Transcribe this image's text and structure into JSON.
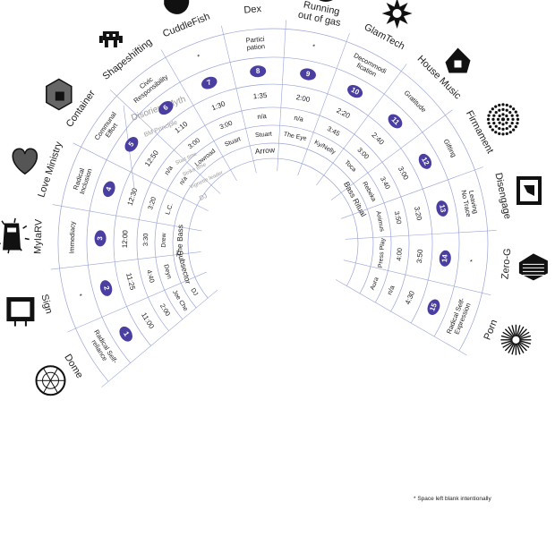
{
  "legend": {
    "outer": "Disorient Myth",
    "principle": "BM Principle",
    "start": "Start time",
    "strike": "Strike time",
    "vignette": "Vignette leader",
    "dj": "DJ"
  },
  "footnote": "* Space left blank intentionally",
  "colors": {
    "badge": "#4a3fa0",
    "grid": "#9aa4d8",
    "text": "#222222",
    "legend_text": "#9a9a9a"
  },
  "segments": [
    {
      "num": "1",
      "camp": "Dome",
      "principle": "Radical Self-reliance",
      "start": "11:00",
      "strike": "2:00",
      "leader": "Joe Che",
      "dj": "DJ",
      "icon": "geodesic-dome-icon"
    },
    {
      "num": "2",
      "camp": "Sign",
      "principle": "*",
      "start": "11:25",
      "strike": "4:40",
      "leader": "Deyn",
      "dj": "Subsector",
      "icon": "sign-icon"
    },
    {
      "num": "3",
      "camp": "MyIaRV",
      "principle": "Immediacy",
      "start": "12:00",
      "strike": "3:30",
      "leader": "Drew",
      "dj": "The Bass",
      "icon": "rv-icon"
    },
    {
      "num": "4",
      "camp": "Love Ministry",
      "principle": "Radical Inclusion",
      "start": "12:30",
      "strike": "3:20",
      "leader": "L.C.",
      "dj": "",
      "icon": "heart-icon"
    },
    {
      "num": "5",
      "camp": "Container",
      "principle": "Communal Effort",
      "start": "12:50",
      "strike": "n/a",
      "leader": "n/a",
      "dj": "",
      "icon": "container-icon"
    },
    {
      "num": "6",
      "camp": "Shapeshifting",
      "principle": "Civic Responsibility",
      "start": "1:10",
      "strike": "3:00",
      "leader": "Lowroad",
      "dj": "",
      "icon": "invader-icon"
    },
    {
      "num": "7",
      "camp": "CuddleFish",
      "principle": "*",
      "start": "1:30",
      "strike": "3:00",
      "leader": "Stuart",
      "dj": "",
      "icon": "fish-icon"
    },
    {
      "num": "8",
      "camp": "Dex",
      "principle": "Participation",
      "start": "1:35",
      "strike": "n/a",
      "leader": "Stuart",
      "dj": "Arrow",
      "icon": "dex-icon"
    },
    {
      "num": "9",
      "camp": "Running out of gas",
      "principle": "*",
      "start": "2:00",
      "strike": "n/a",
      "leader": "The Eye",
      "dj": "",
      "icon": "gas-icon"
    },
    {
      "num": "10",
      "camp": "GlamTech",
      "principle": "Decommodification",
      "start": "2:20",
      "strike": "3:45",
      "leader": "Ky/Nelly",
      "dj": "",
      "icon": "star-icon"
    },
    {
      "num": "11",
      "camp": "House Music",
      "principle": "Gratitude",
      "start": "2:40",
      "strike": "3:00",
      "leader": "Toca",
      "dj": "",
      "icon": "house-icon"
    },
    {
      "num": "12",
      "camp": "Firmament",
      "principle": "Gifting",
      "start": "3:00",
      "strike": "3:40",
      "leader": "Rebeka",
      "dj": "Bass Ritual",
      "icon": "dots-circle-icon"
    },
    {
      "num": "13",
      "camp": "Disengage",
      "principle": "Leaving No Trace",
      "start": "3:20",
      "strike": "3:50",
      "leader": "Animus",
      "dj": "",
      "icon": "cube-icon"
    },
    {
      "num": "14",
      "camp": "Zero-G",
      "principle": "*",
      "start": "3:50",
      "strike": "4:00",
      "leader": "Press Play",
      "dj": "",
      "icon": "zero-g-icon"
    },
    {
      "num": "15",
      "camp": "Porn",
      "principle": "Radical Self-Expression",
      "start": "4:30",
      "strike": "n/a",
      "leader": "Aura",
      "dj": "",
      "icon": "starburst-icon"
    }
  ]
}
